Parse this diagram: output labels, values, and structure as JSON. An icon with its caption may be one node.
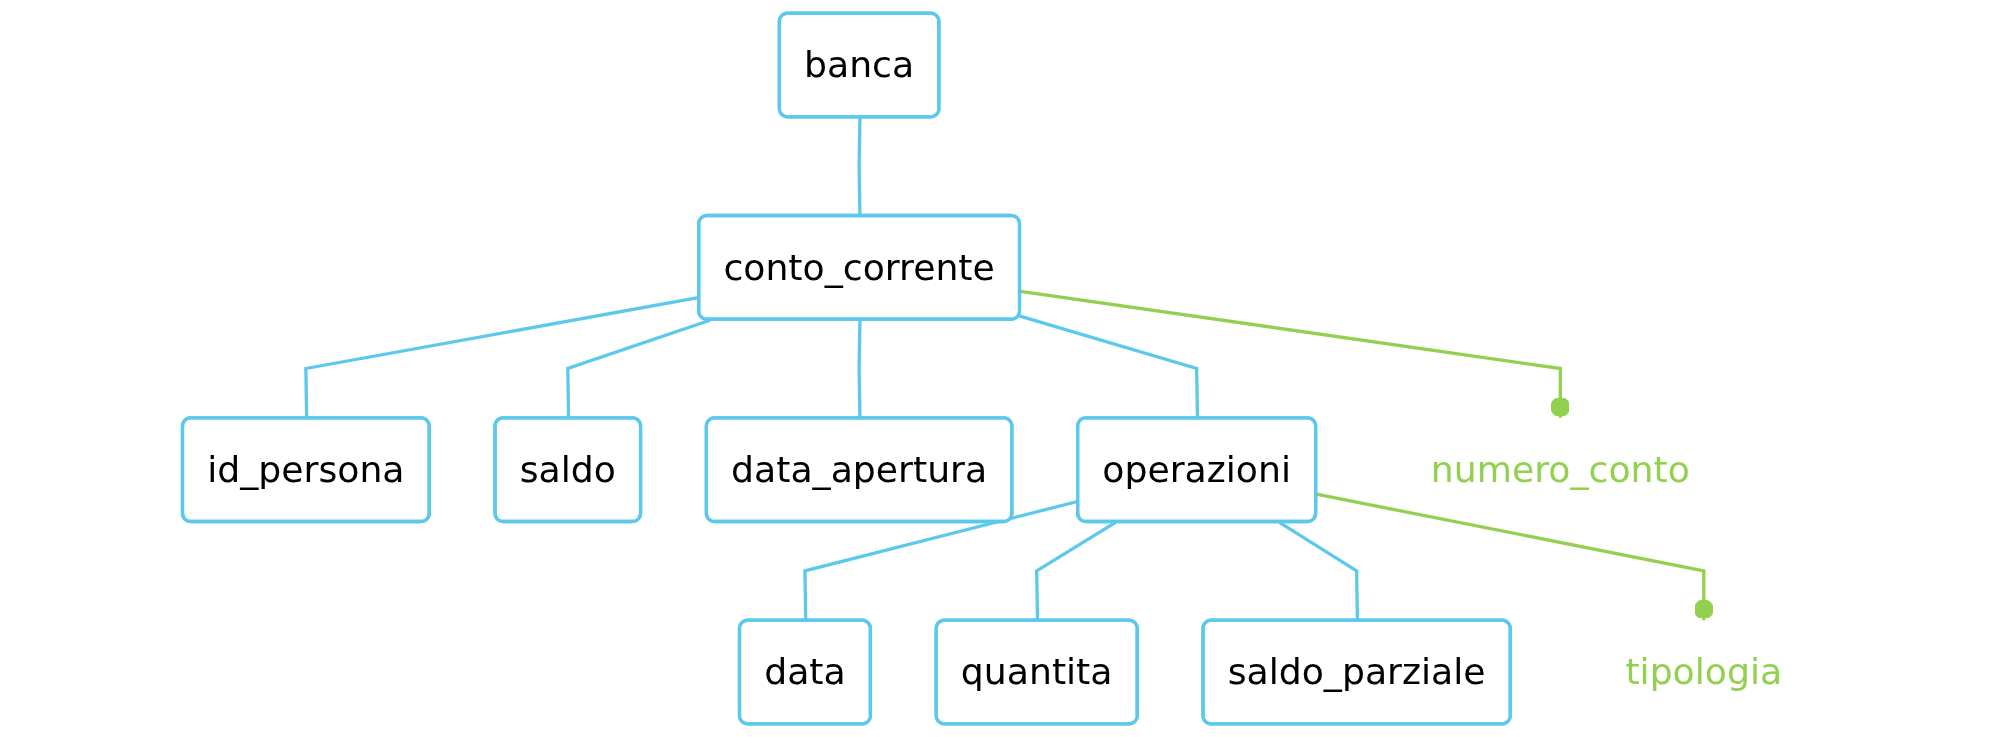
{
  "diagram": {
    "nodes": [
      {
        "text": [
          "banca"
        ]
      },
      {
        "text": [
          "conto_corrente"
        ]
      },
      {
        "text": [
          "numero_conto"
        ]
      },
      {
        "text": [
          "id_persona"
        ]
      },
      {
        "text": [
          "saldo"
        ]
      },
      {
        "text": [
          "data_apertura"
        ]
      },
      {
        "text": [
          "operazioni"
        ]
      },
      {
        "text": [
          "tipologia"
        ]
      },
      {
        "text": [
          "data"
        ]
      },
      {
        "text": [
          "quantita"
        ]
      },
      {
        "text": [
          "saldo_parziale"
        ]
      }
    ],
    "edges": [
      {
        "from": 0,
        "to": 1,
        "arrow": "none"
      },
      {
        "from": 1,
        "to": 3,
        "arrow": "none"
      },
      {
        "from": 1,
        "to": 4,
        "arrow": "none"
      },
      {
        "from": 1,
        "to": 5,
        "arrow": "none"
      },
      {
        "from": 1,
        "to": 6,
        "arrow": "none"
      },
      {
        "from": 1,
        "to": 2,
        "arrow": "other",
        "color": "#92d050"
      },
      {
        "from": 6,
        "to": 8,
        "arrow": "none"
      },
      {
        "from": 6,
        "to": 9,
        "arrow": "none"
      },
      {
        "from": 6,
        "to": 10,
        "arrow": "none"
      },
      {
        "from": 6,
        "to": 7,
        "arrow": "other",
        "color": "#92d050"
      }
    ]
  }
}
